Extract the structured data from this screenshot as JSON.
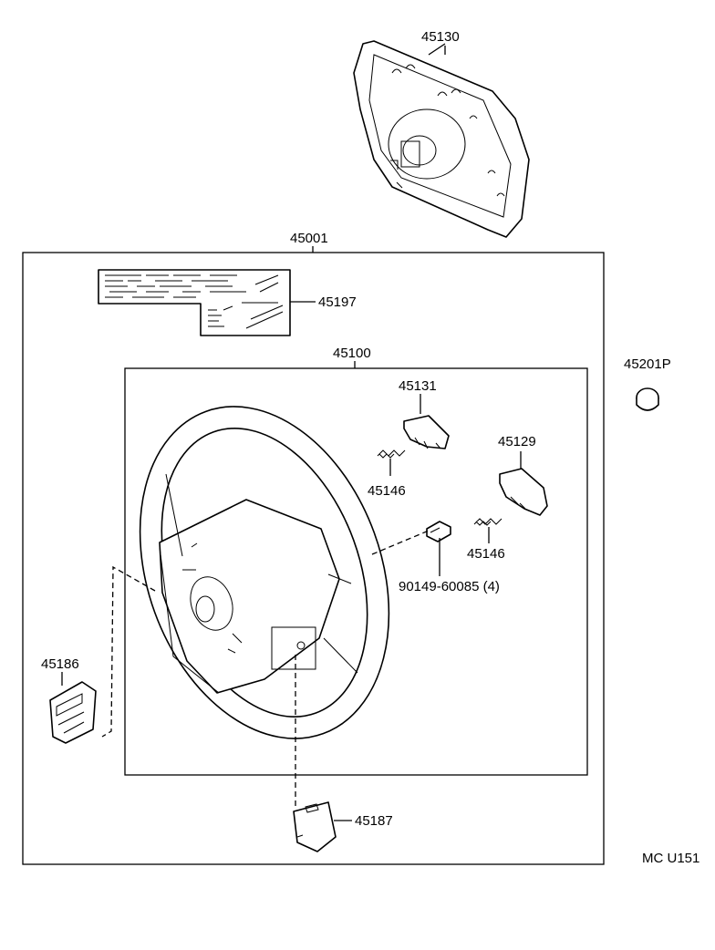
{
  "diagram": {
    "labels": {
      "p45130": "45130",
      "p45001": "45001",
      "p45197": "45197",
      "p45100": "45100",
      "p45201p": "45201P",
      "p45131": "45131",
      "p45129": "45129",
      "p45146a": "45146",
      "p45146b": "45146",
      "p90149": "90149-60085 (4)",
      "p45186": "45186",
      "p45187": "45187",
      "code": "MC U151"
    }
  }
}
